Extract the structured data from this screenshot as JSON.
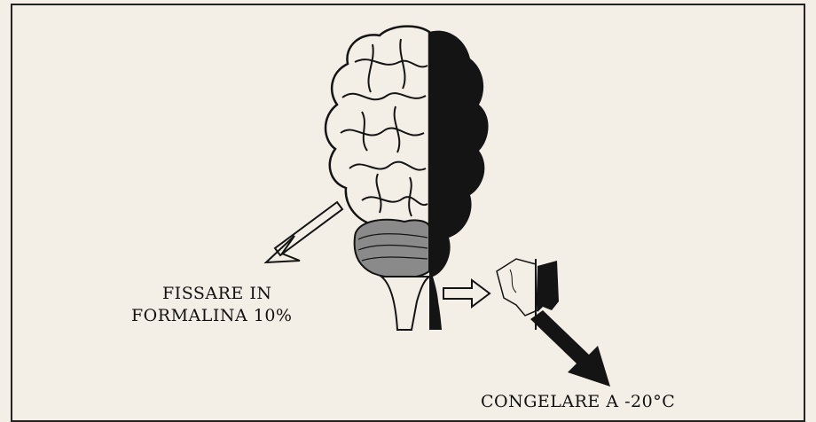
{
  "labels": {
    "fix": [
      "FISSARE IN",
      "FORMALINA 10%"
    ],
    "freeze": "CONGELARE A -20°C"
  },
  "colors": {
    "paper": "#f3efe6",
    "ink": "#141414"
  },
  "icons": [
    "brain-left-half-sketch",
    "brain-right-half-silhouette",
    "cerebellum",
    "brainstem",
    "frozen-sample-slice"
  ]
}
